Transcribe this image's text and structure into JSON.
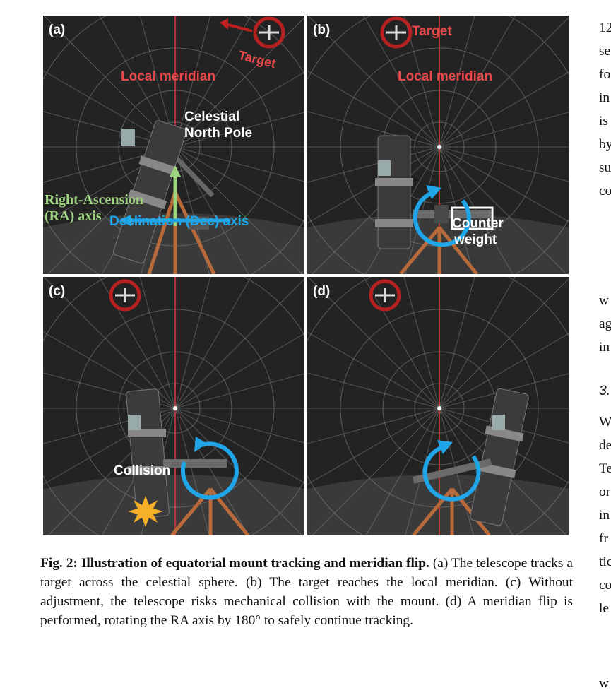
{
  "figure": {
    "panels": [
      {
        "label": "(a)",
        "annotations": {
          "target": "Target",
          "local_meridian": "Local meridian",
          "celestial_pole_1": "Celestial",
          "celestial_pole_2": "North Pole",
          "ra_axis_1": "Right-Ascension",
          "ra_axis_2": "(RA) axis",
          "dec_axis": "Declination (Dec) axis"
        }
      },
      {
        "label": "(b)",
        "annotations": {
          "target": "Target",
          "local_meridian": "Local meridian",
          "counter_1": "Counter",
          "counter_2": "weight"
        }
      },
      {
        "label": "(c)",
        "annotations": {
          "collision": "Collision"
        }
      },
      {
        "label": "(d)",
        "annotations": {}
      }
    ]
  },
  "caption": {
    "bold_title": "Fig. 2: Illustration of equatorial mount tracking and meridian flip.",
    "text": "(a) The telescope tracks a target across the celestial sphere. (b) The target reaches the local meridian. (c) Without adjustment, the telescope risks mechanical collision with the mount. (d) A meridian flip is performed, rotating the RA axis by 180° to safely continue tracking."
  },
  "right_column_fragments": [
    "12",
    "se",
    "fo",
    "in",
    "is",
    "by",
    "su",
    "co",
    "w",
    "ag",
    "in",
    "3.",
    "W",
    "de",
    "Te",
    "or",
    "in",
    "fr",
    "tic",
    "co",
    "le",
    "w"
  ]
}
